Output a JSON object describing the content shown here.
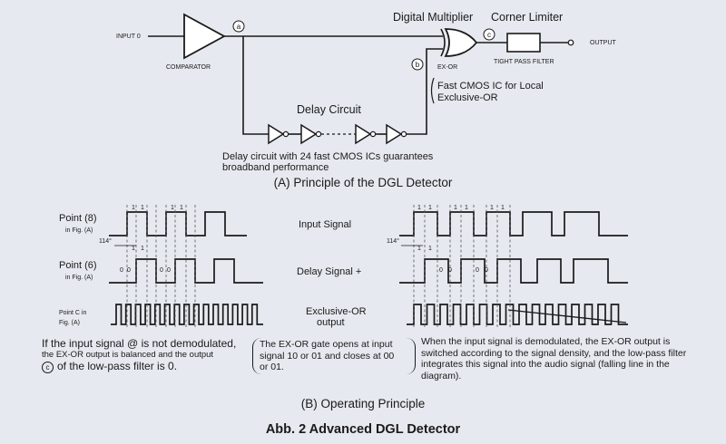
{
  "top": {
    "input_label": "INPUT 0",
    "comparator_label": "COMPARATOR",
    "point_a": "a",
    "point_b": "b",
    "point_c": "c",
    "multiplier_title": "Digital Multiplier",
    "exor_label": "EX-OR",
    "limiter_title": "Corner Limiter",
    "filter_label": "TIGHT PASS FILTER",
    "output_label": "OUTPUT",
    "cmos_note_1": "Fast CMOS IC for Local",
    "cmos_note_2": "Exclusive-OR",
    "delay_title": "Delay Circuit",
    "delay_note_1": "Delay circuit with 24 fast CMOS ICs guarantees",
    "delay_note_2": "broadband performance",
    "caption_a": "(A) Principle of the DGL Detector"
  },
  "waveforms": {
    "point8_1": "Point (8)",
    "point8_2": "in Fig. (A)",
    "point6_1": "Point (6)",
    "point6_2": "in Fig. (A)",
    "pointc_1": "Point C in",
    "pointc_2": "Fig. (A)",
    "input_signal": "Input Signal",
    "delay_signal": "Delay Signal +",
    "exor_output_1": "Exclusive-OR",
    "exor_output_2": "output",
    "delay_marker": "114°",
    "bit_one": "1",
    "bit_zero": "0"
  },
  "notes": {
    "left_1": "If the input signal @ is not demodulated,",
    "left_2": "the EX-OR output is balanced and the output",
    "left_3_symbol": "c",
    "left_3": "of the low-pass filter is 0.",
    "middle_1": "The EX-OR gate opens at input",
    "middle_2": "signal 10 or 01 and closes at 00",
    "middle_3": "or 01.",
    "right_1": "When the input signal is demodulated, the EX-OR output is",
    "right_2": "switched according to the signal density, and the low-pass filter",
    "right_3": "integrates this signal into the audio signal (falling line in the",
    "right_4": "diagram)."
  },
  "caption_b": "(B) Operating Principle",
  "figure_title": "Abb. 2 Advanced DGL Detector"
}
